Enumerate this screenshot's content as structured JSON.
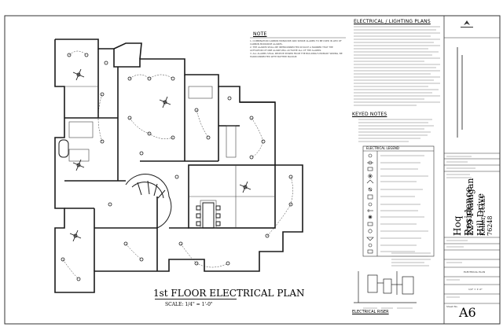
{
  "plan": {
    "title": "1st FLOOR ELECTRICAL PLAN",
    "scale": "SCALE: 1/4\" = 1'-0\""
  },
  "note": {
    "heading": "NOTE",
    "items": [
      "1. COMBINATION CARBON MONOXIDE AND SMOKE ALARMS TO BE USED IN LIEU OF CARBON MONOXIDE ALARMS.",
      "2. THE ALARMS SHALL BE INTERCONNECTED IN SUCH A MANNER THAT THE ACTIVATION OF ONE ALARM WILL ACTIVATE ALL OF THE ALARMS.",
      "3. ALL ALARMS SHALL RECEIVE POWER FROM THE BUILDING'S PRIMARY WIRING, BE HARDCONNECTED WITH BATTERY BACKUP."
    ]
  },
  "electrical_notes": {
    "heading": "ELECTRICAL / LIGHTING PLANS"
  },
  "keyed_notes": {
    "heading": "KEYED NOTES",
    "items": [
      "1. ELECTRICAL TO VERIFY MANUFACTURER'S ELECTRICAL REQUIREMENTS (BREAKERS) AND NEW SIZE FOR ALL EQUIPMENT.",
      "2. ELECTRICAL CONTRACTOR TO COORDINATE AND PROVIDE LOCATION OF METERS."
    ]
  },
  "legend": {
    "heading": "ELECTRICAL LEGEND"
  },
  "riser": {
    "title": "ELECTRICAL RISER"
  },
  "title_block": {
    "project": "Hoq Residence",
    "address": "229 Flanigan Hill Drive",
    "city": "Keller, Texas 76248",
    "sheet_title": "ELECTRICAL PLAN",
    "scale": "1/4\" = 1'-0\"",
    "sheet_label": "Sheet No.",
    "sheet_number": "A6"
  },
  "colors": {
    "line": "#1a1a1a",
    "light_line": "#555555",
    "paper": "#ffffff"
  }
}
